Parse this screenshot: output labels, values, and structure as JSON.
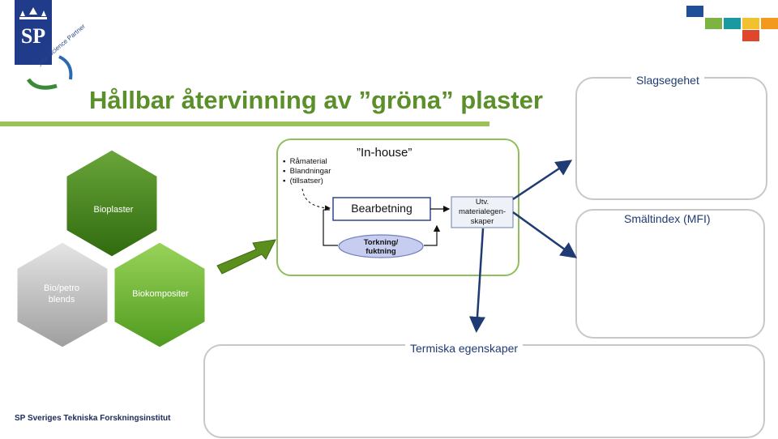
{
  "logo": {
    "letters": "SP",
    "tagline": "your Science Partner"
  },
  "slide": {
    "title": "Hållbar återvinning av ”gröna” plaster"
  },
  "hexagons": [
    {
      "label": "Bioplaster",
      "color": "#3f7d14"
    },
    {
      "label": "Bio/petro blends",
      "color": "#bfbfbf"
    },
    {
      "label": "Biokompositer",
      "color": "#6fb52c"
    }
  ],
  "inhouse": {
    "title": "”In-house”",
    "bullets": [
      "Råmaterial",
      "Blandningar",
      "(tillsatser)"
    ],
    "process_box": "Bearbetning",
    "eval_box": [
      "Utv.",
      "materialegen-",
      "skaper"
    ],
    "drying": [
      "Torkning/",
      "fuktning"
    ]
  },
  "panels": {
    "impact": "Slagsegehet",
    "melt_index": "Smältindex (MFI)",
    "thermal": "Termiska egenskaper"
  },
  "footer": {
    "text": "SP Sveriges Tekniska Forskningsinstitut"
  },
  "colors": {
    "title_green": "#5a8f2a",
    "navy": "#1f3b73",
    "arrow_green": "#5a8f1e"
  }
}
